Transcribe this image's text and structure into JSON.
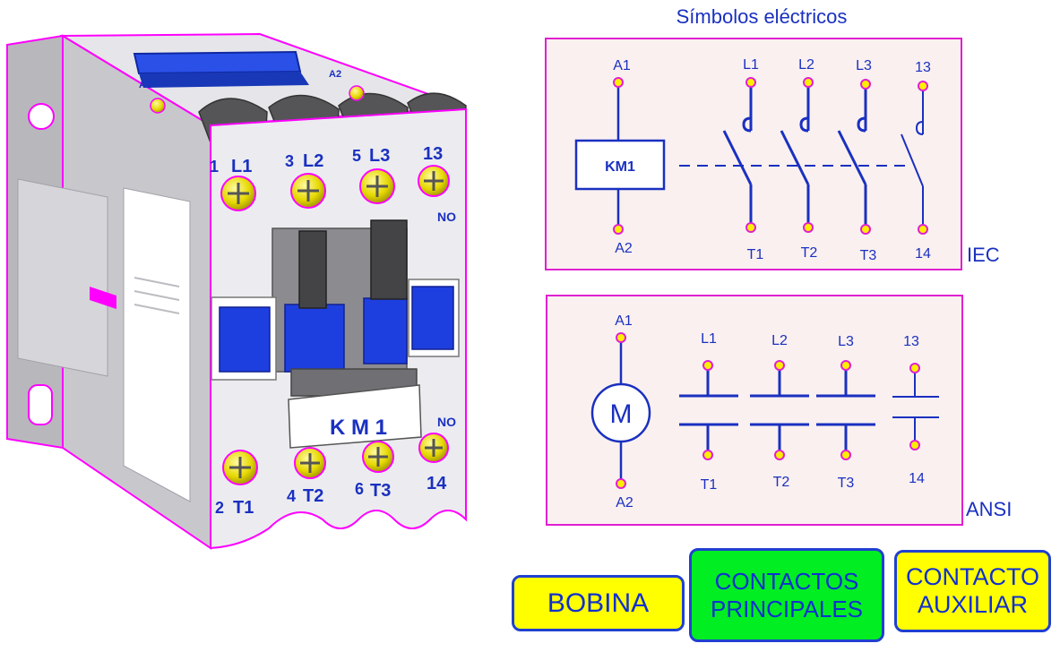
{
  "title": "Símbolos eléctricos",
  "contactor": {
    "top_labels": [
      "1",
      "L1",
      "3",
      "L2",
      "5",
      "L3",
      "13"
    ],
    "no_label_top": "NO",
    "no_label_bottom": "NO",
    "bottom_labels": [
      "2",
      "T1",
      "4",
      "T2",
      "6",
      "T3",
      "14"
    ],
    "coil_top_labels": [
      "A1",
      "A2"
    ],
    "name_plate": "K M 1"
  },
  "iec": {
    "tag": "IEC",
    "coil": "KM1",
    "coil_top": "A1",
    "coil_bottom": "A2",
    "top_terminals": [
      "L1",
      "L2",
      "L3",
      "13"
    ],
    "bottom_terminals": [
      "T1",
      "T2",
      "T3",
      "14"
    ]
  },
  "ansi": {
    "tag": "ANSI",
    "motor": "M",
    "coil_top": "A1",
    "coil_bottom": "A2",
    "top_terminals": [
      "L1",
      "L2",
      "L3",
      "13"
    ],
    "bottom_terminals": [
      "T1",
      "T2",
      "T3",
      "14"
    ]
  },
  "buttons": {
    "bobina": "BOBINA",
    "principales_1": "CONTACTOS",
    "principales_2": "PRINCIPALES",
    "auxiliar_1": "CONTACTO",
    "auxiliar_2": "AUXILIAR"
  },
  "colors": {
    "accent_blue": "#1a30c0",
    "outline_pink": "#ff00ff",
    "terminal_yellow": "#ffee00",
    "panel_bg": "#faf0f0",
    "button_yellow": "#ffff00",
    "button_green": "#00ee22"
  }
}
